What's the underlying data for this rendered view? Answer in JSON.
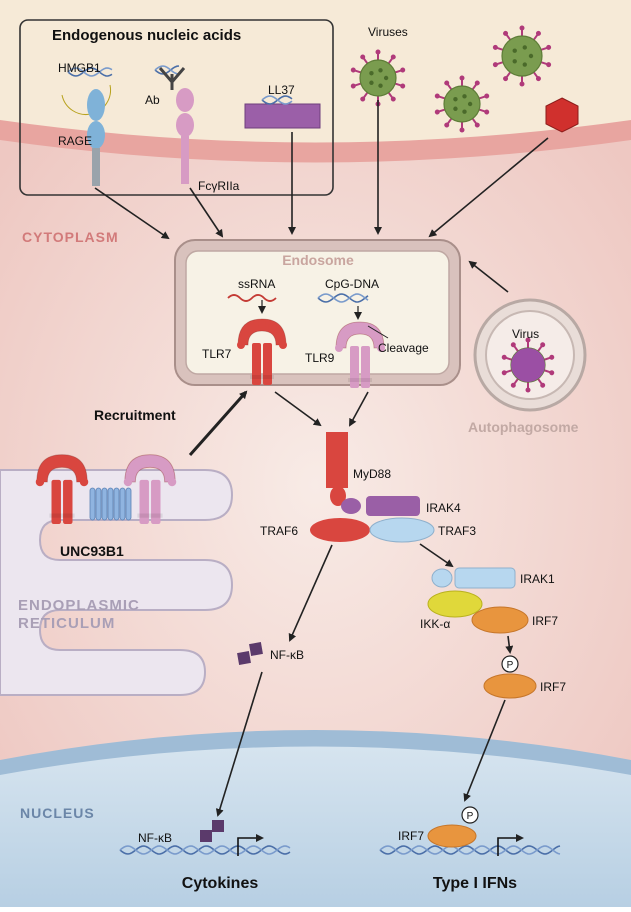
{
  "boxes": {
    "endogenous_title": "Endogenous nucleic acids",
    "endosome_title": "Endosome"
  },
  "labels": {
    "hmgb1": "HMGB1",
    "rage": "RAGE",
    "ab": "Ab",
    "fcgr": "FcγRIIa",
    "ll37": "LL37",
    "viruses": "Viruses",
    "ssrna": "ssRNA",
    "cpg": "CpG-DNA",
    "tlr7": "TLR7",
    "tlr9": "TLR9",
    "cleavage": "Cleavage",
    "virus": "Virus",
    "autophagosome": "Autophagosome",
    "recruitment": "Recruitment",
    "unc93b1": "UNC93B1",
    "myd88": "MyD88",
    "irak4": "IRAK4",
    "traf6": "TRAF6",
    "traf3": "TRAF3",
    "irak1": "IRAK1",
    "ikka": "IKK-α",
    "irf7_a": "IRF7",
    "irf7_b": "IRF7",
    "irf7_c": "IRF7",
    "p_a": "P",
    "p_b": "P",
    "nfkb_a": "NF-κB",
    "nfkb_b": "NF-κB",
    "cytokines": "Cytokines",
    "type1ifns": "Type I IFNs"
  },
  "regions": {
    "cytoplasm": "CYTOPLASM",
    "er_line1": "ENDOPLASMIC",
    "er_line2": "RETICULUM",
    "nucleus": "NUCLEUS"
  },
  "colors": {
    "outside": "#f6ead7",
    "membrane": "#e8a5a0",
    "cytoplasm": "#f3dcd6",
    "nucleus": "#c6d8e8",
    "er": "#ece6ef",
    "tlr7": "#d9463f",
    "tlr9": "#d79bc4",
    "rage": "#7fb2d8",
    "hmgb1": "#e8d23a",
    "ll37": "#9b5fa8",
    "virus": "#7a9c4f",
    "virus_spike": "#b03a7a",
    "irf7": "#e8953e",
    "ikk": "#e0d83a",
    "traf3": "#b7d7ef",
    "irak4": "#9a5fa6",
    "nfkb": "#5b3a6b",
    "region_label": "#6b86a8"
  }
}
